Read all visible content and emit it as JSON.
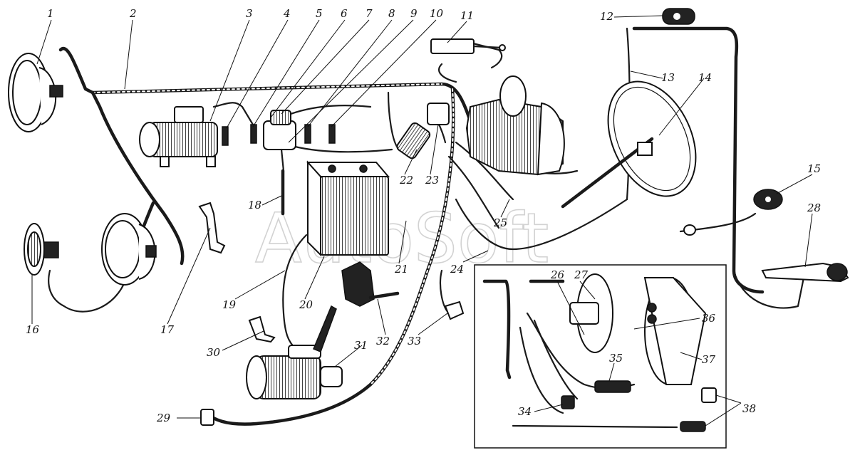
{
  "watermark": "AutoSoft",
  "callouts": [
    {
      "id": "1",
      "text": "1"
    },
    {
      "id": "2",
      "text": "2"
    },
    {
      "id": "3",
      "text": "3"
    },
    {
      "id": "4",
      "text": "4"
    },
    {
      "id": "5",
      "text": "5"
    },
    {
      "id": "6",
      "text": "6"
    },
    {
      "id": "7",
      "text": "7"
    },
    {
      "id": "8",
      "text": "8"
    },
    {
      "id": "9",
      "text": "9"
    },
    {
      "id": "10",
      "text": "10"
    },
    {
      "id": "11",
      "text": "11"
    },
    {
      "id": "12",
      "text": "12"
    },
    {
      "id": "13",
      "text": "13"
    },
    {
      "id": "14",
      "text": "14"
    },
    {
      "id": "15",
      "text": "15"
    },
    {
      "id": "16",
      "text": "16"
    },
    {
      "id": "17",
      "text": "17"
    },
    {
      "id": "18",
      "text": "18"
    },
    {
      "id": "19",
      "text": "19"
    },
    {
      "id": "20",
      "text": "20"
    },
    {
      "id": "21",
      "text": "21"
    },
    {
      "id": "22",
      "text": "22"
    },
    {
      "id": "23",
      "text": "23"
    },
    {
      "id": "24",
      "text": "24"
    },
    {
      "id": "25",
      "text": "25"
    },
    {
      "id": "26",
      "text": "26"
    },
    {
      "id": "27",
      "text": "27"
    },
    {
      "id": "28",
      "text": "28"
    },
    {
      "id": "29",
      "text": "29"
    },
    {
      "id": "30",
      "text": "30"
    },
    {
      "id": "31",
      "text": "31"
    },
    {
      "id": "32",
      "text": "32"
    },
    {
      "id": "33",
      "text": "33"
    },
    {
      "id": "34",
      "text": "34"
    },
    {
      "id": "35",
      "text": "35"
    },
    {
      "id": "36",
      "text": "36"
    },
    {
      "id": "37",
      "text": "37"
    },
    {
      "id": "38",
      "text": "38"
    }
  ]
}
